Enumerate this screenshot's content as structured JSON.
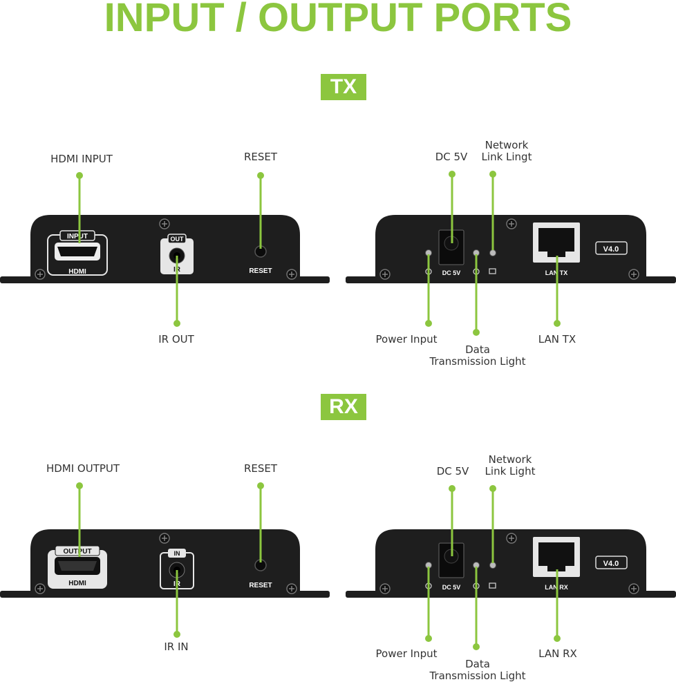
{
  "title": "INPUT / OUTPUT PORTS",
  "tx": {
    "badge": "TX",
    "labels": {
      "hdmi": "HDMI INPUT",
      "reset": "RESET",
      "ir": "IR OUT",
      "dc": "DC 5V",
      "network": "Network\nLink Lingt",
      "power": "Power Input",
      "data": "Data\nTransmission Light",
      "lan": "LAN TX"
    },
    "panel": {
      "hdmi_top": "INPUT",
      "hdmi_bottom": "HDMI",
      "ir_top": "OUT",
      "ir_bottom": "IR",
      "reset": "RESET",
      "dc": "DC 5V",
      "lan": "LAN TX",
      "version": "V4.0"
    }
  },
  "rx": {
    "badge": "RX",
    "labels": {
      "hdmi": "HDMI OUTPUT",
      "reset": "RESET",
      "ir": "IR IN",
      "dc": "DC 5V",
      "network": "Network\nLink Light",
      "power": "Power Input",
      "data": "Data\nTransmission Light",
      "lan": "LAN RX"
    },
    "panel": {
      "hdmi_top": "OUTPUT",
      "hdmi_bottom": "HDMI",
      "ir_top": "IN",
      "ir_bottom": "IR",
      "reset": "RESET",
      "dc": "DC 5V",
      "lan": "LAN RX",
      "version": "V4.0"
    }
  },
  "colors": {
    "accent": "#8cc63f",
    "device": "#1e1e1e",
    "label": "#333333"
  }
}
